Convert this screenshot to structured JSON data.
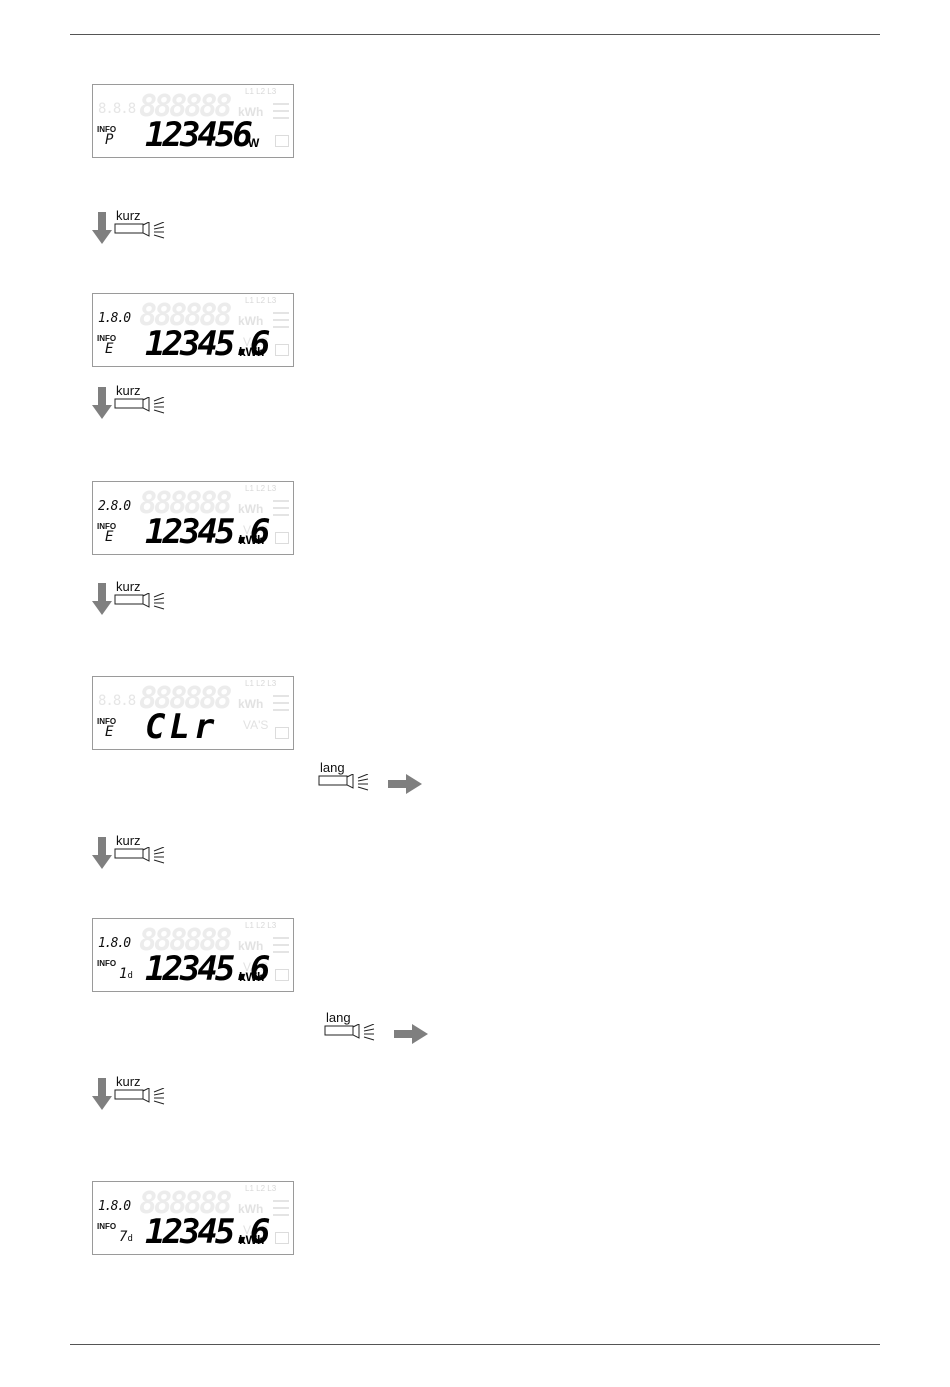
{
  "screens": [
    {
      "code": "",
      "letter": "P",
      "letter_sub": "",
      "value": "123456",
      "unit": "W"
    },
    {
      "code": "1.8.0",
      "letter": "E",
      "letter_sub": "",
      "value": "12345.6",
      "unit": "kWh"
    },
    {
      "code": "2.8.0",
      "letter": "E",
      "letter_sub": "",
      "value": "12345.6",
      "unit": "kWh"
    },
    {
      "code": "",
      "letter": "E",
      "letter_sub": "",
      "value": "CLr",
      "unit": ""
    },
    {
      "code": "1.8.0",
      "letter": "1",
      "letter_sub": "d",
      "value": "12345.6",
      "unit": "kWh"
    },
    {
      "code": "1.8.0",
      "letter": "7",
      "letter_sub": "d",
      "value": "12345.6",
      "unit": "kWh"
    }
  ],
  "lcd_info_label": "INFO",
  "ghost_top_digits": "888888",
  "ghost_unit": "kWh",
  "ghost_phases": "L1 L2 L3",
  "ghost_vas": "VA'S",
  "press_short": "kurz",
  "press_long": "lang",
  "colors": {
    "arrow": "#7f7f7f",
    "lcd_border": "#9a9a9a",
    "segment_ghost": "#ececec"
  },
  "icons": {
    "step": "down-arrow-icon",
    "button": "button-press-icon",
    "next": "right-arrow-icon"
  }
}
